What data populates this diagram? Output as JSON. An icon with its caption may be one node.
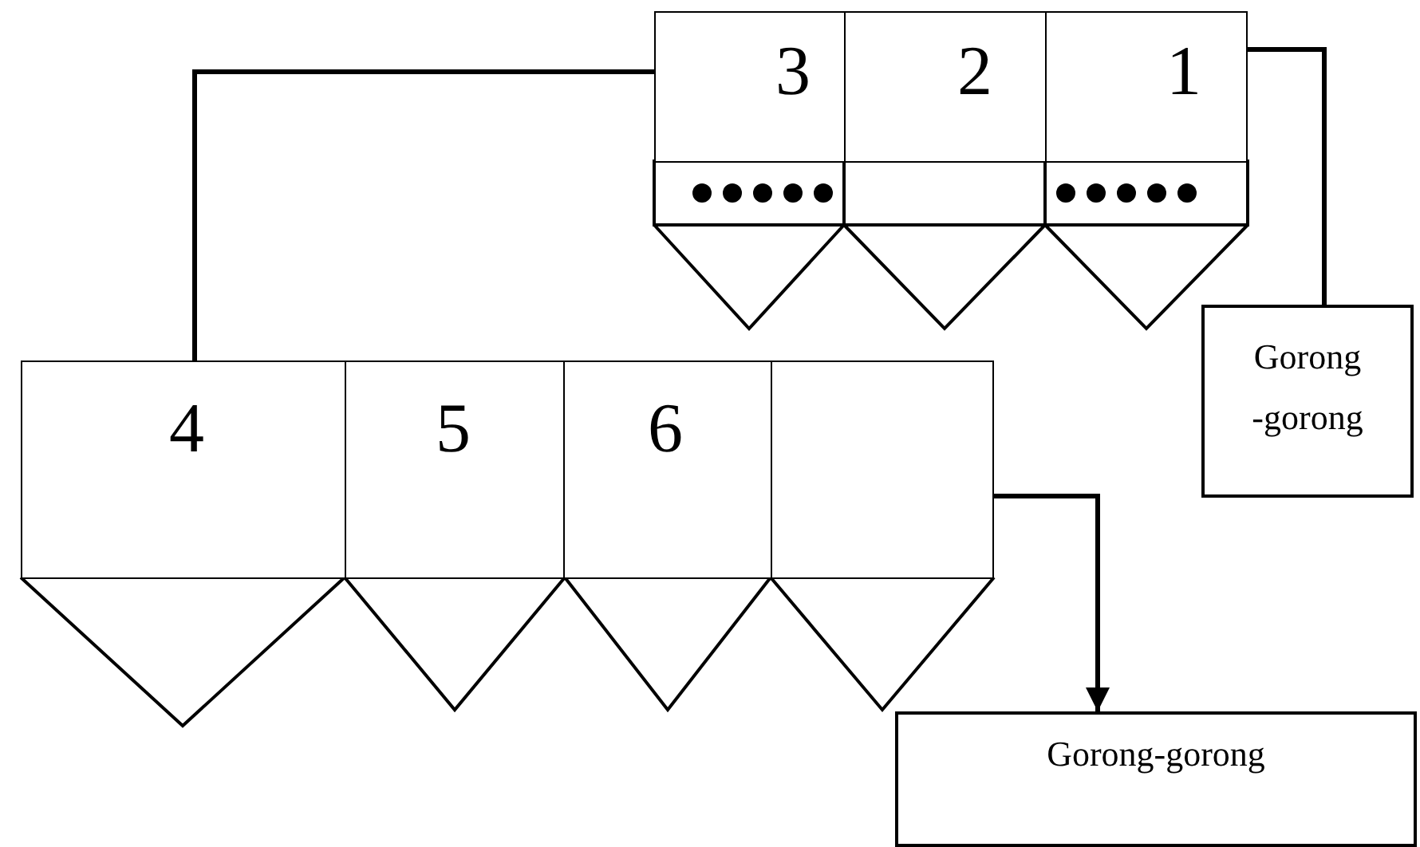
{
  "diagram": {
    "nodes": [
      {
        "text": [
          "3"
        ]
      },
      {
        "text": [
          "2"
        ]
      },
      {
        "text": [
          "1"
        ]
      },
      {
        "text": [
          "Gorong -gorong"
        ]
      },
      {
        "text": [
          "4"
        ]
      },
      {
        "text": [
          "5"
        ]
      },
      {
        "text": [
          "6"
        ]
      },
      {
        "text": [],
        "shape": "box"
      },
      {
        "text": [
          "Gorong-gorong"
        ]
      }
    ],
    "edges": [
      {
        "from": 0,
        "to": 4,
        "arrow": "none"
      },
      {
        "from": 2,
        "to": 3,
        "arrow": "none"
      },
      {
        "from": 7,
        "to": 8,
        "arrow": "to"
      }
    ]
  }
}
